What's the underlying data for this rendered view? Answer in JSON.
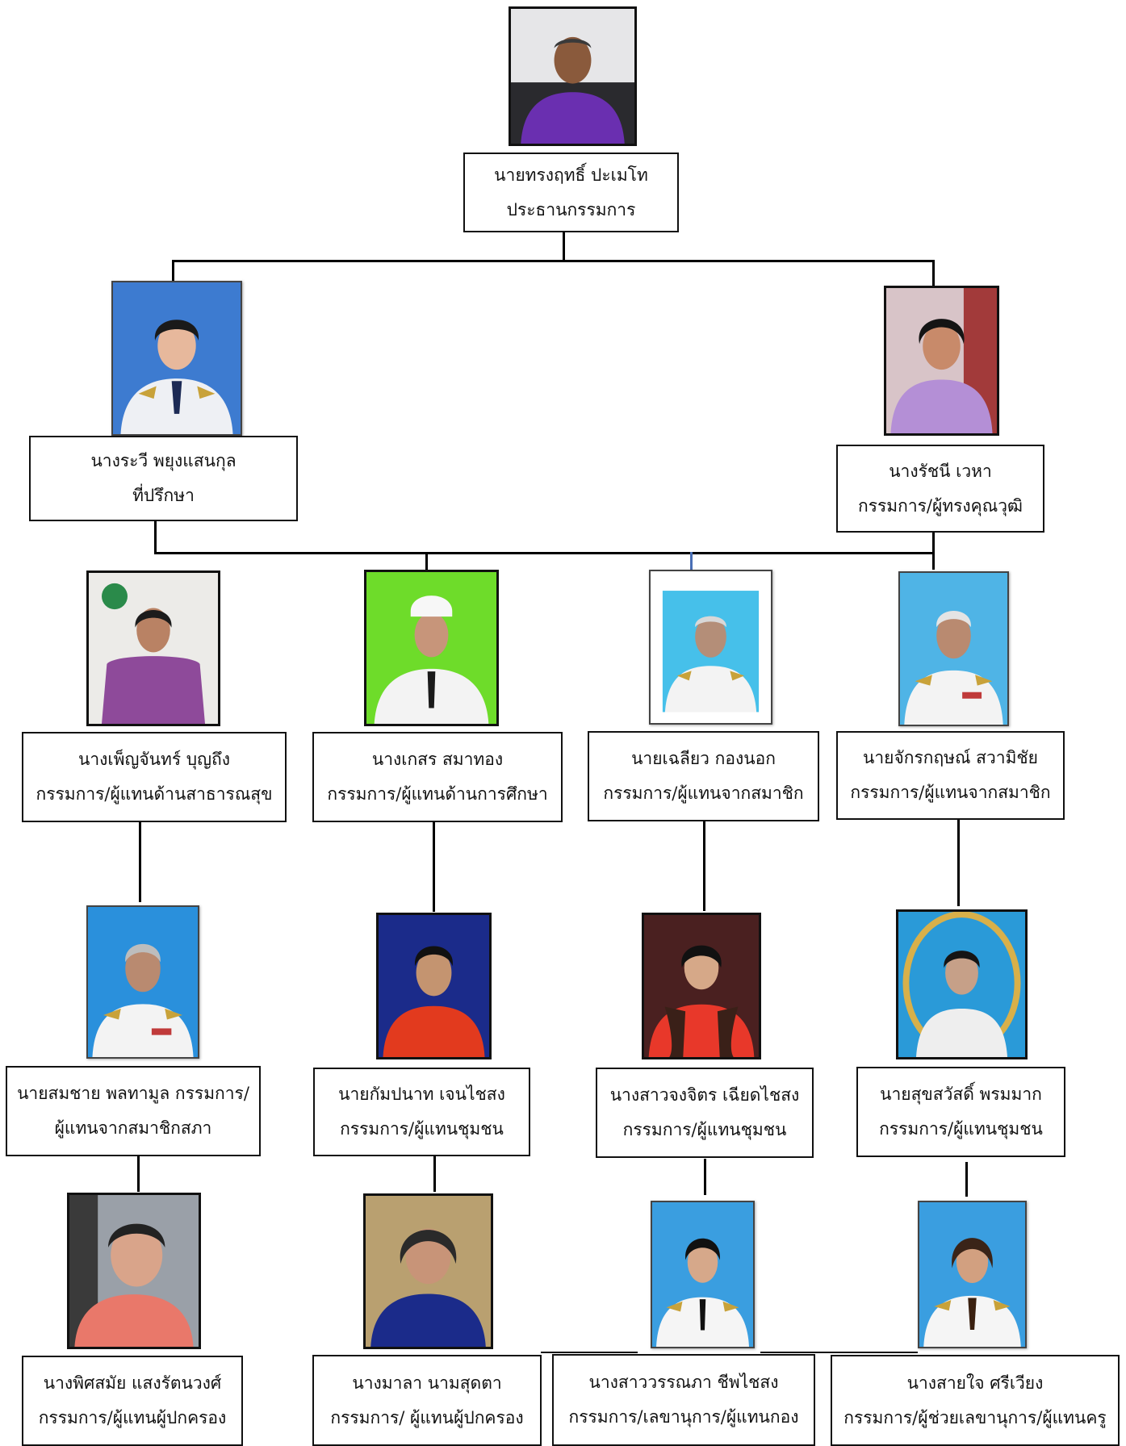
{
  "chairman": {
    "name": "นายทรงฤทธิ์ ปะเมโท",
    "role": "ประธานกรรมการ"
  },
  "advisor": {
    "name": "นางระวี พยุงแสนกุล",
    "role": "ที่ปรึกษา"
  },
  "qualified": {
    "name": "นางรัชนี เวหา",
    "role": "กรรมการ/ผู้ทรงคุณวุฒิ"
  },
  "row1": [
    {
      "name": "นางเพ็ญจันทร์ บุญถึง",
      "role": "กรรมการ/ผู้แทนด้านสาธารณสุข"
    },
    {
      "name": "นางเกสร สมาทอง",
      "role": "กรรมการ/ผู้แทนด้านการศึกษา"
    },
    {
      "name": "นายเฉลียว กองนอก",
      "role": "กรรมการ/ผู้แทนจากสมาชิก"
    },
    {
      "name": "นายจักรกฤษณ์ สวามิชัย",
      "role": "กรรมการ/ผู้แทนจากสมาชิก"
    }
  ],
  "row2": [
    {
      "name": "นายสมชาย พลทามูล กรรมการ/",
      "role": "ผู้แทนจากสมาชิกสภา"
    },
    {
      "name": "นายกัมปนาท เจนไชสง",
      "role": "กรรมการ/ผู้แทนชุมชน"
    },
    {
      "name": "นางสาวจงจิตร เฉียดไชสง",
      "role": "กรรมการ/ผู้แทนชุมชน"
    },
    {
      "name": "นายสุขสวัสดิ์ พรมมาก",
      "role": "กรรมการ/ผู้แทนชุมชน"
    }
  ],
  "row3": [
    {
      "name": "นางพิศสมัย แสงรัตนวงศ์",
      "role": "กรรมการ/ผู้แทนผู้ปกครอง"
    },
    {
      "name": "นางมาลา นามสุดตา",
      "role": "กรรมการ/  ผู้แทนผู้ปกครอง"
    },
    {
      "name": "นางสาววรรณภา ชีพไชสง",
      "role": "กรรมการ/เลขานุการ/ผู้แทนกอง"
    },
    {
      "name": "นางสายใจ ศรีเวียง",
      "role": "กรรมการ/ผู้ช่วยเลขานุการ/ผู้แทนครู"
    }
  ],
  "colors": {
    "purple_shirt": "#6a2fb0",
    "lavender": "#b48fd6",
    "sky_blue": "#4fb4e6",
    "lime_green": "#6edc2a",
    "white_uniform": "#f1f2f4",
    "red_shirt": "#e23a1e",
    "navy": "#1b2b8a",
    "pink_blouse": "#e9786a",
    "connector": "#000000"
  }
}
